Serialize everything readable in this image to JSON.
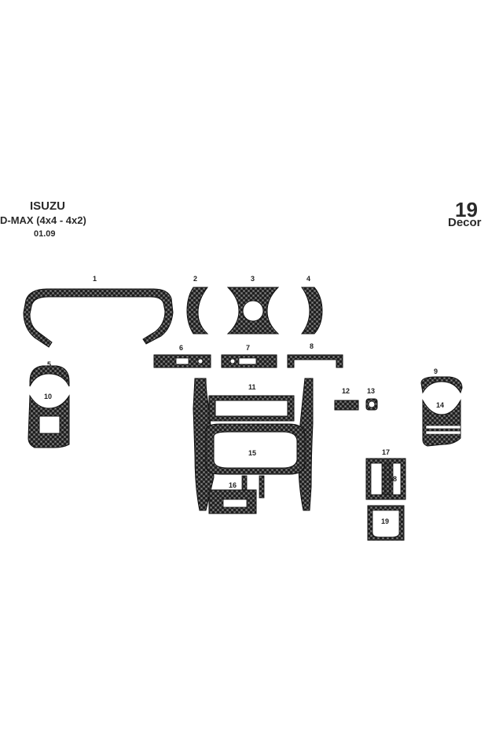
{
  "header": {
    "brand": "ISUZU",
    "model": "D-MAX (4x4 - 4x2)",
    "date": "01.09",
    "piece_count": "19",
    "piece_word": "Decor"
  },
  "parts": [
    "1",
    "2",
    "3",
    "4",
    "5",
    "6",
    "7",
    "8",
    "9",
    "10",
    "11",
    "12",
    "13",
    "14",
    "15",
    "16",
    "17",
    "18",
    "19"
  ],
  "colors": {
    "carbon_dark": "#1e1e1e",
    "carbon_light": "#5a5a5a",
    "outline": "#111111"
  }
}
